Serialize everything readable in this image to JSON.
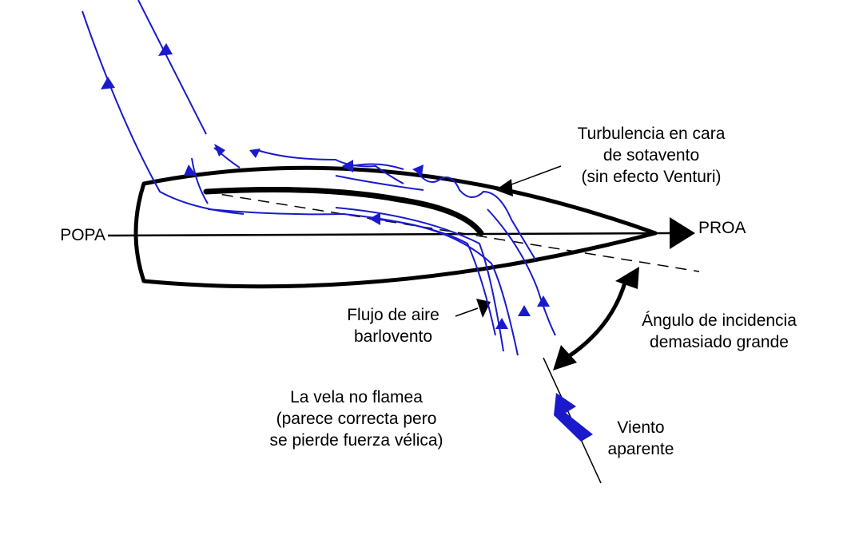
{
  "labels": {
    "popa": "POPA",
    "proa": "PROA",
    "turbulence": [
      "Turbulencia en cara",
      "de sotavento",
      "(sin efecto Venturi)"
    ],
    "windward_flow": [
      "Flujo de aire",
      "barlovento"
    ],
    "incidence_angle": [
      "Ángulo de incidencia",
      "demasiado grande"
    ],
    "sail_note": [
      "La vela no flamea",
      "(parece correcta pero",
      "se pierde fuerza vélica)"
    ],
    "apparent_wind": [
      "Viento",
      "aparente"
    ]
  },
  "colors": {
    "outline": "#000000",
    "airflow": "#1a1acc"
  }
}
